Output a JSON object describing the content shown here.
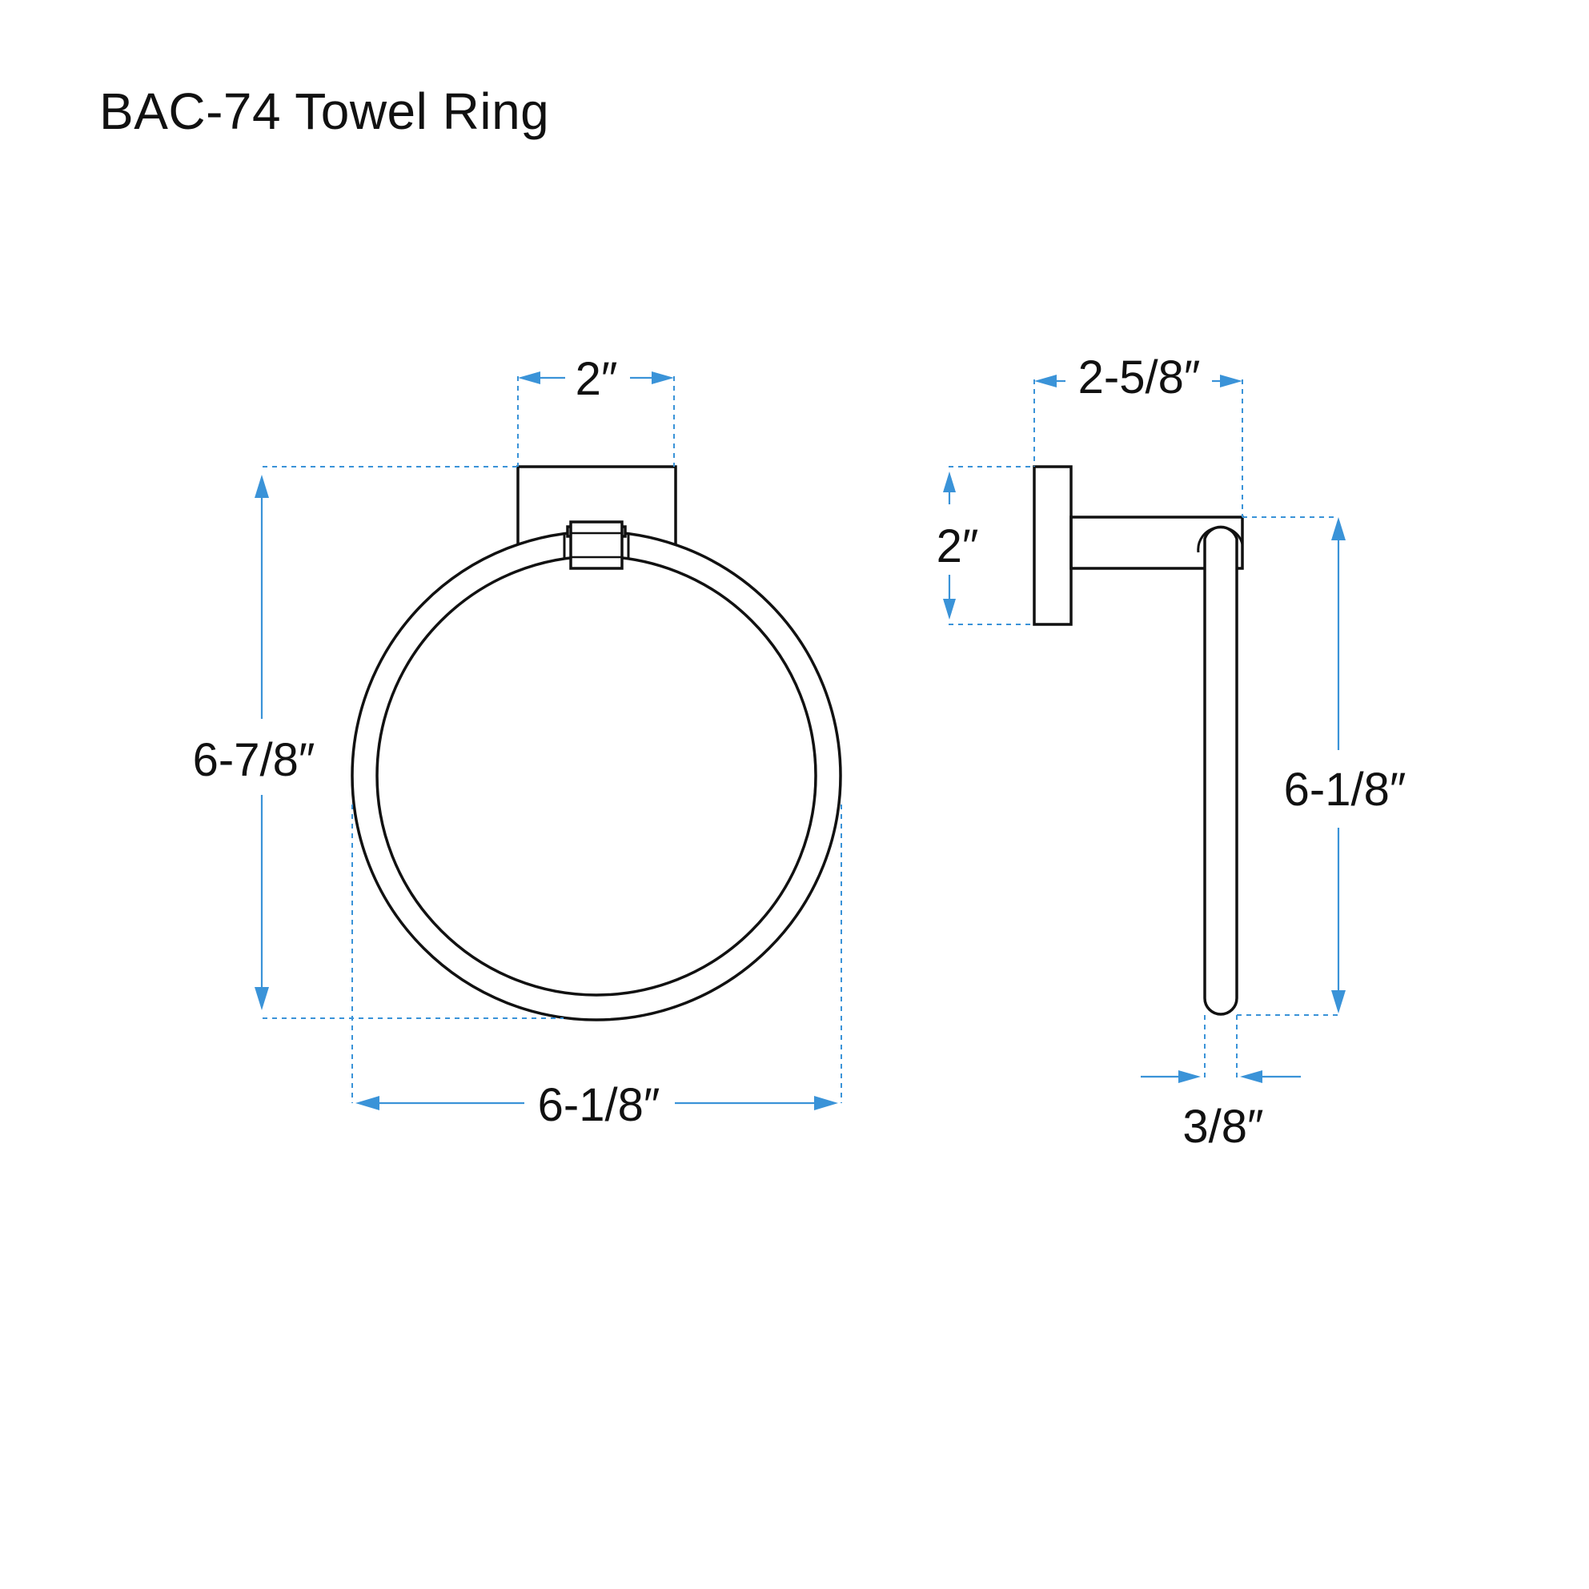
{
  "title": "BAC-74 Towel Ring",
  "colors": {
    "dimension": "#3a93d8",
    "outline": "#111111",
    "background": "#ffffff"
  },
  "front_view": {
    "plate_width": "2″",
    "overall_height": "6-7/8″",
    "ring_diameter": "6-1/8″"
  },
  "side_view": {
    "projection": "2-5/8″",
    "plate_height": "2″",
    "ring_drop": "6-1/8″",
    "ring_thickness": "3/8″"
  }
}
